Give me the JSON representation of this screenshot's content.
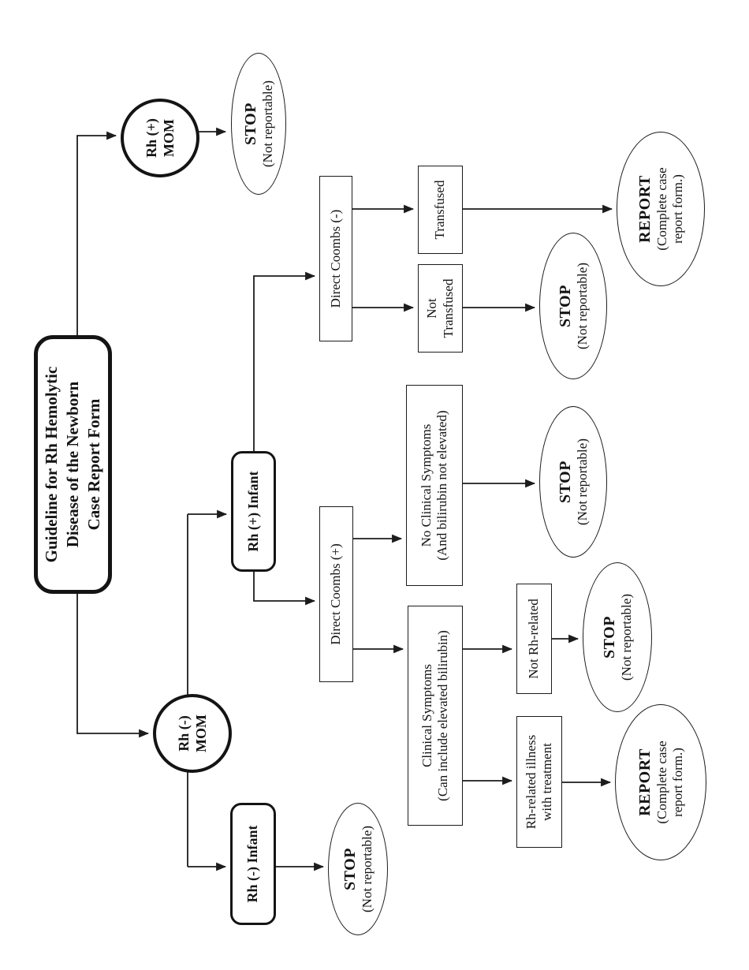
{
  "document": {
    "kind": "flowchart",
    "rotated_on_page": "90deg counterclockwise",
    "ink_color": "#1c1c1c",
    "background_color": "#ffffff"
  },
  "title": {
    "line1": "Guideline for Rh Hemolytic",
    "line2": "Disease of the Newborn",
    "line3": "Case Report Form"
  },
  "nodes": {
    "rh_pos_mom": {
      "line1": "Rh (+)",
      "line2": "MOM"
    },
    "rh_neg_mom": {
      "line1": "Rh (-)",
      "line2": "MOM"
    },
    "rh_neg_infant": {
      "label": "Rh (-) Infant"
    },
    "rh_pos_infant": {
      "label": "Rh (+) Infant"
    },
    "direct_coombs_neg": {
      "label": "Direct Coombs (-)"
    },
    "direct_coombs_pos": {
      "label": "Direct Coombs (+)"
    },
    "transfused": {
      "label": "Transfused"
    },
    "not_transfused": {
      "line1": "Not",
      "line2": "Transfused"
    },
    "no_clinical": {
      "line1": "No Clinical Symptoms",
      "line2": "(And bilirubin not elevated)"
    },
    "clinical": {
      "line1": "Clinical Symptoms",
      "line2": "(Can include elevated bilirubin)"
    },
    "not_rh_related": {
      "label": "Not Rh-related"
    },
    "rh_related_illness": {
      "line1": "Rh-related illness",
      "line2": "with treatment"
    },
    "stop": {
      "title": "STOP",
      "subtitle": "(Not reportable)"
    },
    "report": {
      "title": "REPORT",
      "subtitle_line1": "(Complete case",
      "subtitle_line2": "report form.)"
    }
  }
}
